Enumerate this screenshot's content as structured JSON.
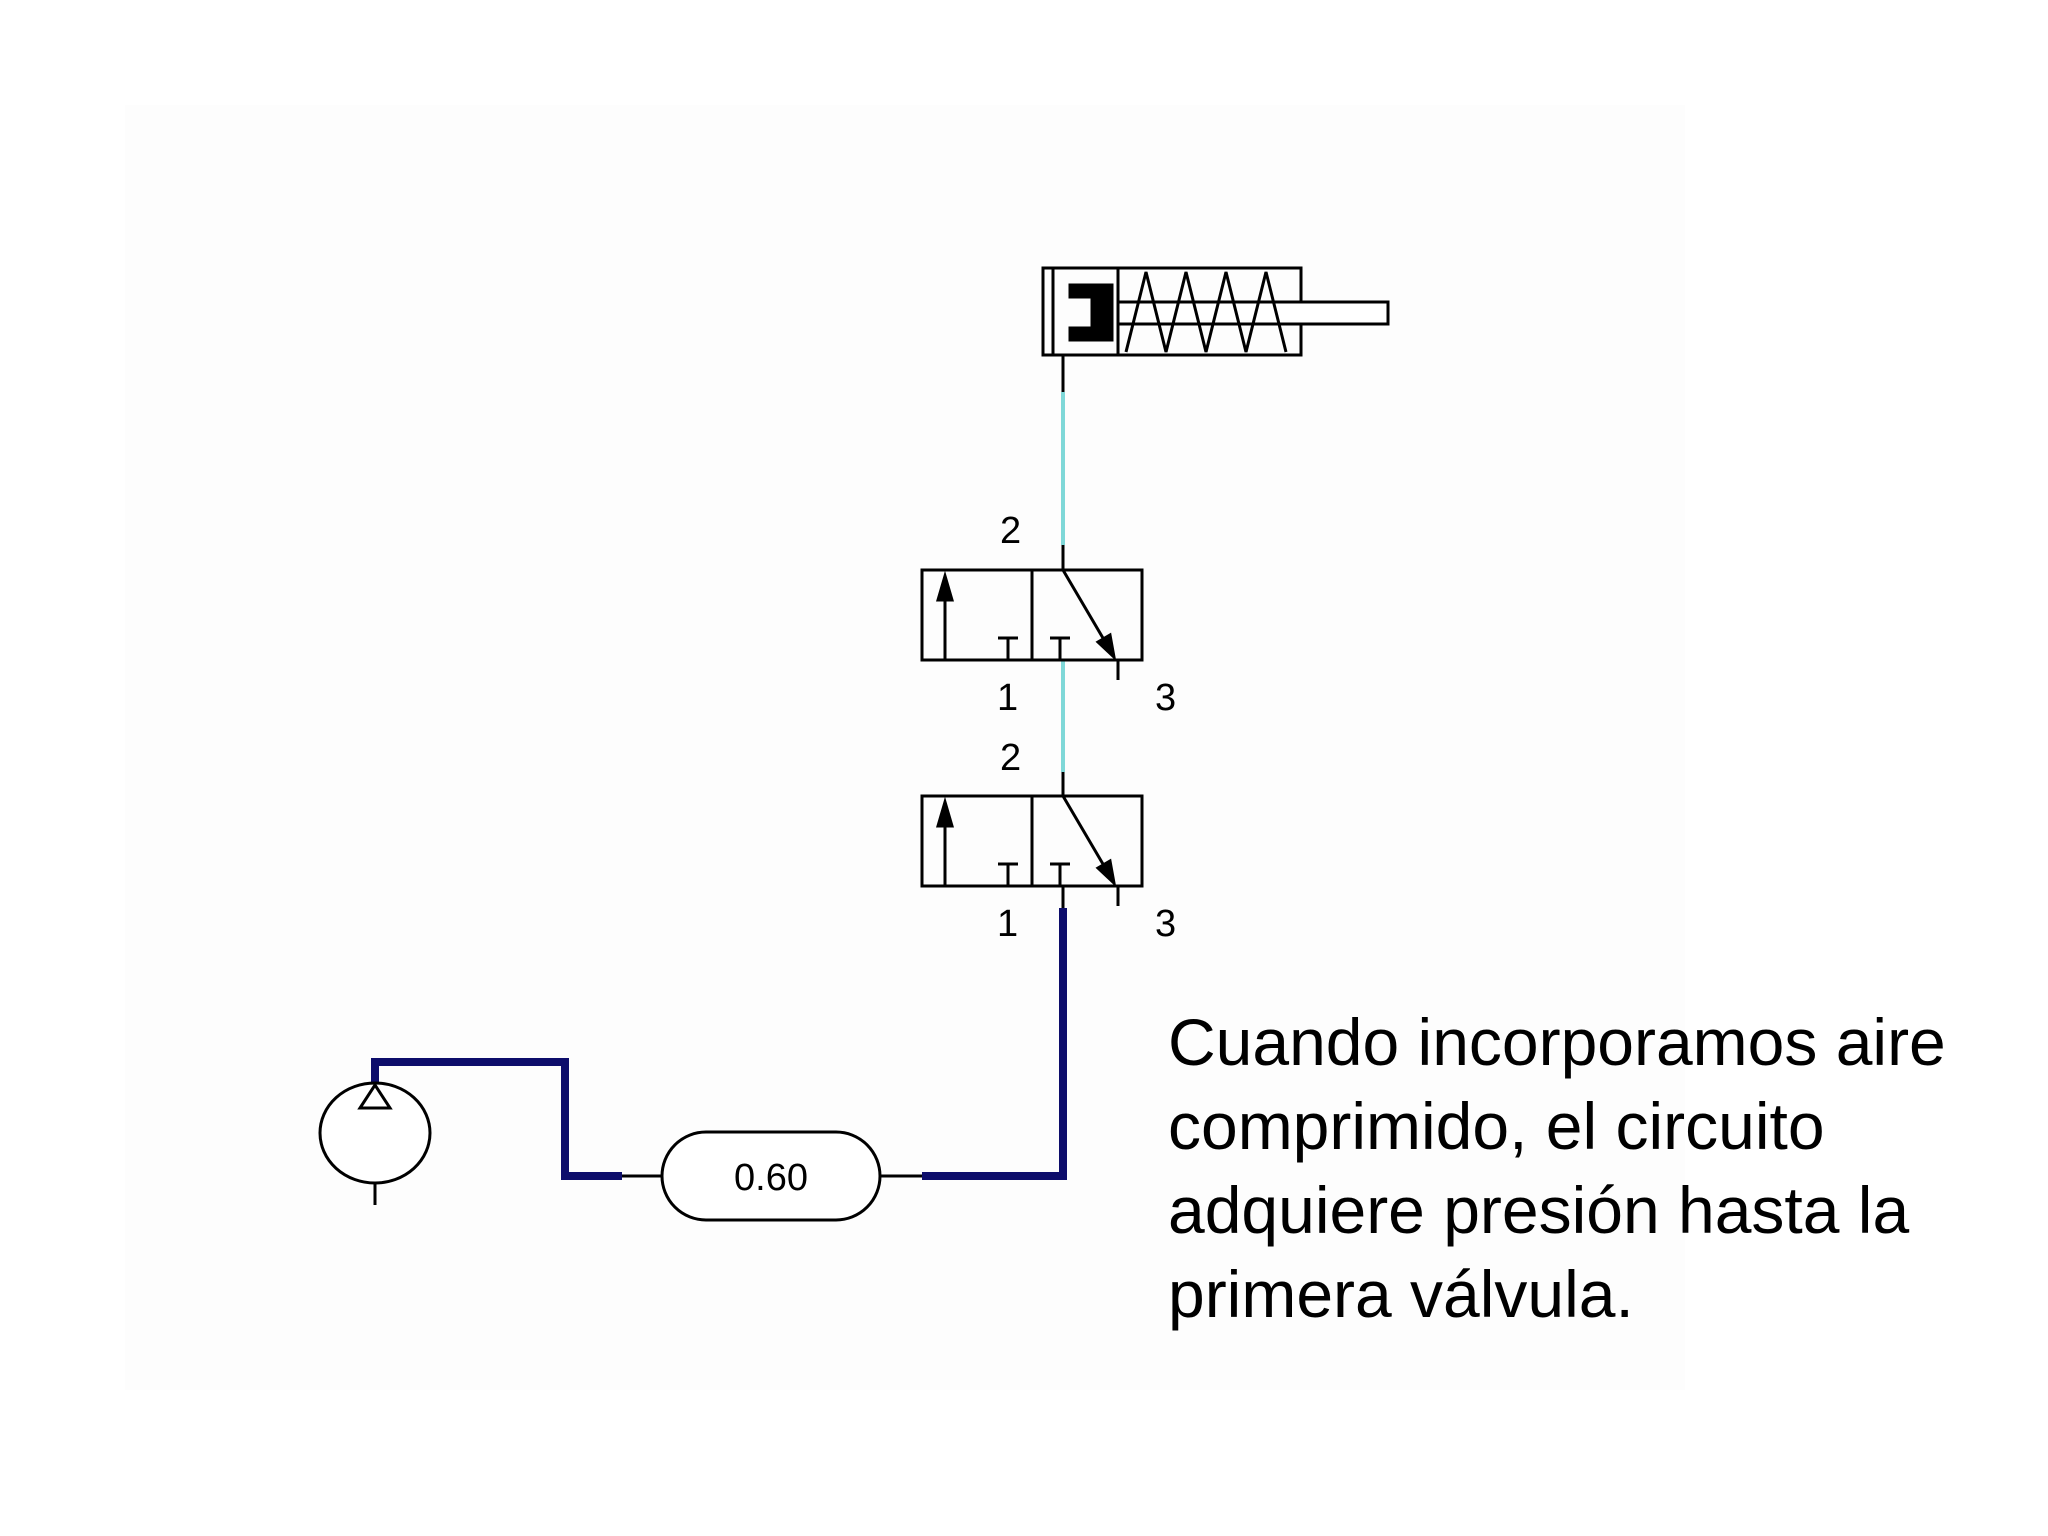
{
  "caption": {
    "lines": [
      "Cuando incorporamos aire",
      "comprimido, el circuito",
      "adquiere presión hasta la",
      "primera válvula."
    ]
  },
  "valve_upper": {
    "port_2": "2",
    "port_1": "1",
    "port_3": "3"
  },
  "valve_lower": {
    "port_2": "2",
    "port_1": "1",
    "port_3": "3"
  },
  "gauge": {
    "value": "0.60"
  },
  "colors": {
    "pressurized_line": "#0d0d6b",
    "exhaust_line": "#7fd8d8",
    "symbol_stroke": "#000000",
    "background": "#ffffff"
  },
  "icons": {
    "compressor": "compressor-icon",
    "cylinder": "single-acting-cylinder-icon",
    "valve": "3-2-valve-icon"
  }
}
